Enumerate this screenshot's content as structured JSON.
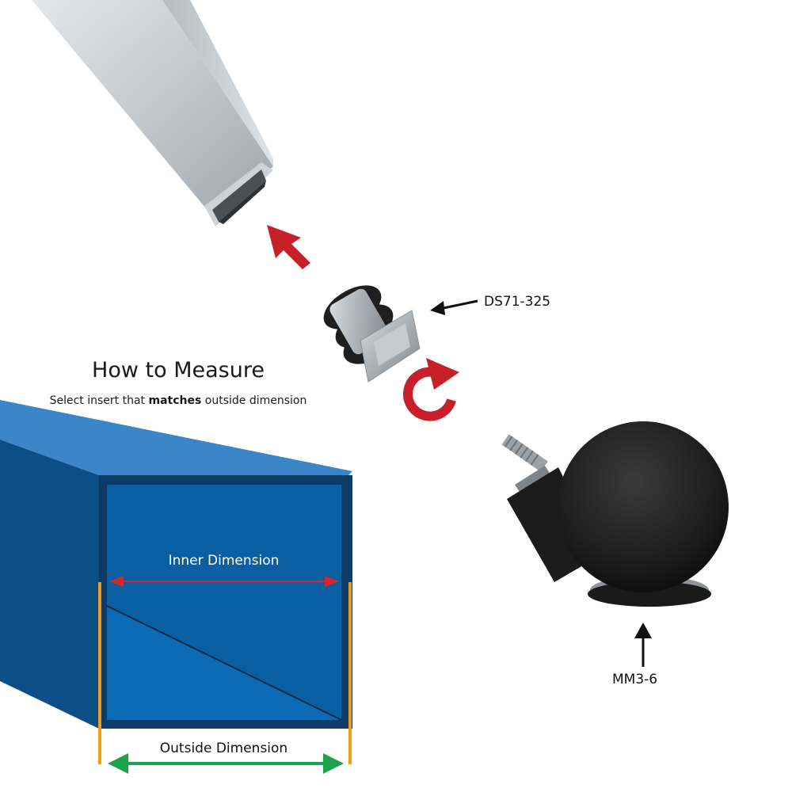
{
  "guide": {
    "title": "How to Measure",
    "subtitle_before": "Select insert that ",
    "subtitle_bold": "matches",
    "subtitle_after": " outside dimension"
  },
  "dimensions": {
    "inner_label": "Inner Dimension",
    "outer_label": "Outside Dimension"
  },
  "parts": {
    "insert_code": "DS71-325",
    "caster_code": "MM3-6"
  },
  "colors": {
    "tube_blue": "#0a5fa3",
    "tube_dark": "#0d3b66",
    "tube_top": "#3b86c8",
    "inner_arrow": "#d7262e",
    "outer_arrow": "#1aa34a",
    "edge_marker": "#f39a1f",
    "motion_arrow": "#c8202a"
  }
}
